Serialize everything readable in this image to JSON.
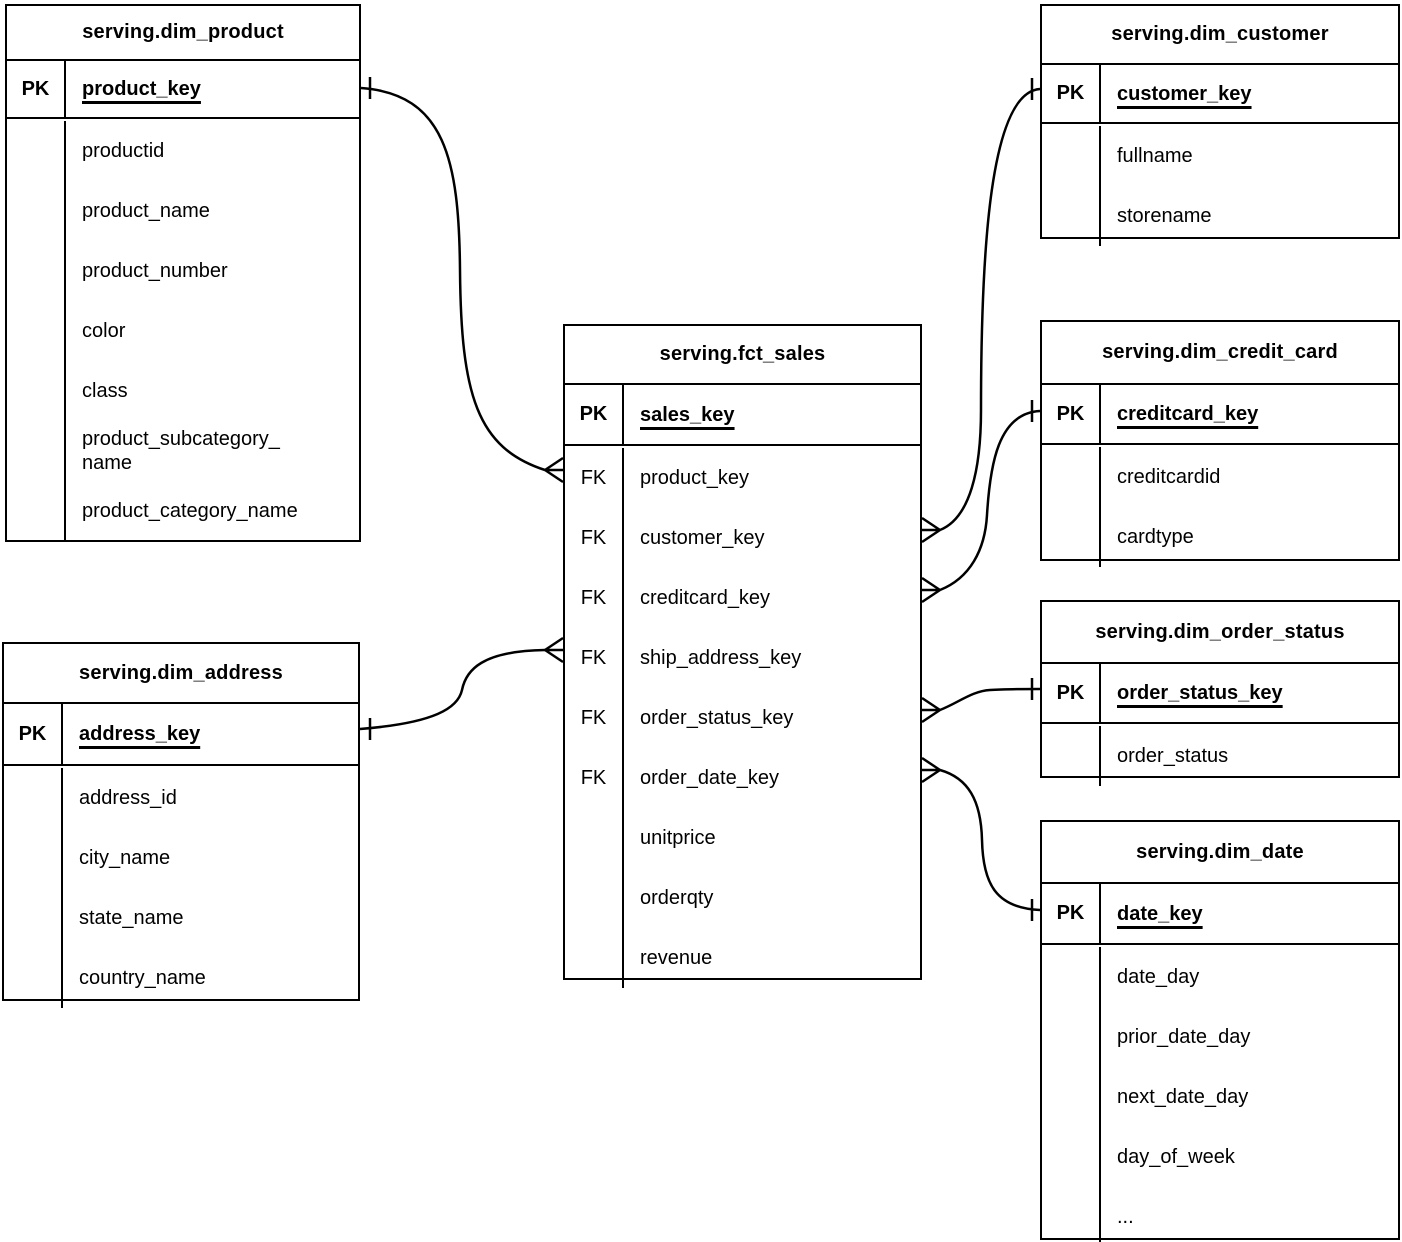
{
  "diagram": {
    "background_color": "#ffffff",
    "line_color": "#000000",
    "text_color": "#000000",
    "tables": [
      {
        "id": "dim_product",
        "title": "serving.dim_product",
        "pk": {
          "tag": "PK",
          "field": "product_key"
        },
        "fields": [
          {
            "tag": "",
            "label": "productid"
          },
          {
            "tag": "",
            "label": "product_name"
          },
          {
            "tag": "",
            "label": "product_number"
          },
          {
            "tag": "",
            "label": "color"
          },
          {
            "tag": "",
            "label": "class"
          },
          {
            "tag": "",
            "label": "product_subcategory_\nname"
          },
          {
            "tag": "",
            "label": "product_category_name"
          }
        ]
      },
      {
        "id": "dim_customer",
        "title": "serving.dim_customer",
        "pk": {
          "tag": "PK",
          "field": "customer_key"
        },
        "fields": [
          {
            "tag": "",
            "label": "fullname"
          },
          {
            "tag": "",
            "label": "storename"
          }
        ]
      },
      {
        "id": "fct_sales",
        "title": "serving.fct_sales",
        "pk": {
          "tag": "PK",
          "field": "sales_key"
        },
        "fields": [
          {
            "tag": "FK",
            "label": "product_key"
          },
          {
            "tag": "FK",
            "label": "customer_key"
          },
          {
            "tag": "FK",
            "label": "creditcard_key"
          },
          {
            "tag": "FK",
            "label": "ship_address_key"
          },
          {
            "tag": "FK",
            "label": "order_status_key"
          },
          {
            "tag": "FK",
            "label": "order_date_key"
          },
          {
            "tag": "",
            "label": "unitprice"
          },
          {
            "tag": "",
            "label": "orderqty"
          },
          {
            "tag": "",
            "label": "revenue"
          }
        ]
      },
      {
        "id": "dim_credit_card",
        "title": "serving.dim_credit_card",
        "pk": {
          "tag": "PK",
          "field": "creditcard_key"
        },
        "fields": [
          {
            "tag": "",
            "label": "creditcardid"
          },
          {
            "tag": "",
            "label": "cardtype"
          }
        ]
      },
      {
        "id": "dim_order_status",
        "title": "serving.dim_order_status",
        "pk": {
          "tag": "PK",
          "field": "order_status_key"
        },
        "fields": [
          {
            "tag": "",
            "label": "order_status"
          }
        ]
      },
      {
        "id": "dim_date",
        "title": "serving.dim_date",
        "pk": {
          "tag": "PK",
          "field": "date_key"
        },
        "fields": [
          {
            "tag": "",
            "label": "date_day"
          },
          {
            "tag": "",
            "label": "prior_date_day"
          },
          {
            "tag": "",
            "label": "next_date_day"
          },
          {
            "tag": "",
            "label": "day_of_week"
          },
          {
            "tag": "",
            "label": "..."
          }
        ]
      },
      {
        "id": "dim_address",
        "title": "serving.dim_address",
        "pk": {
          "tag": "PK",
          "field": "address_key"
        },
        "fields": [
          {
            "tag": "",
            "label": "address_id"
          },
          {
            "tag": "",
            "label": "city_name"
          },
          {
            "tag": "",
            "label": "state_name"
          },
          {
            "tag": "",
            "label": "country_name"
          }
        ]
      }
    ],
    "relationships": [
      {
        "from": "fct_sales.product_key",
        "to": "dim_product.product_key",
        "from_end": "many",
        "to_end": "one"
      },
      {
        "from": "fct_sales.customer_key",
        "to": "dim_customer.customer_key",
        "from_end": "many",
        "to_end": "one"
      },
      {
        "from": "fct_sales.creditcard_key",
        "to": "dim_credit_card.creditcard_key",
        "from_end": "many",
        "to_end": "one"
      },
      {
        "from": "fct_sales.ship_address_key",
        "to": "dim_address.address_key",
        "from_end": "many",
        "to_end": "one"
      },
      {
        "from": "fct_sales.order_status_key",
        "to": "dim_order_status.order_status_key",
        "from_end": "many",
        "to_end": "one"
      },
      {
        "from": "fct_sales.order_date_key",
        "to": "dim_date.date_key",
        "from_end": "many",
        "to_end": "one"
      }
    ]
  }
}
